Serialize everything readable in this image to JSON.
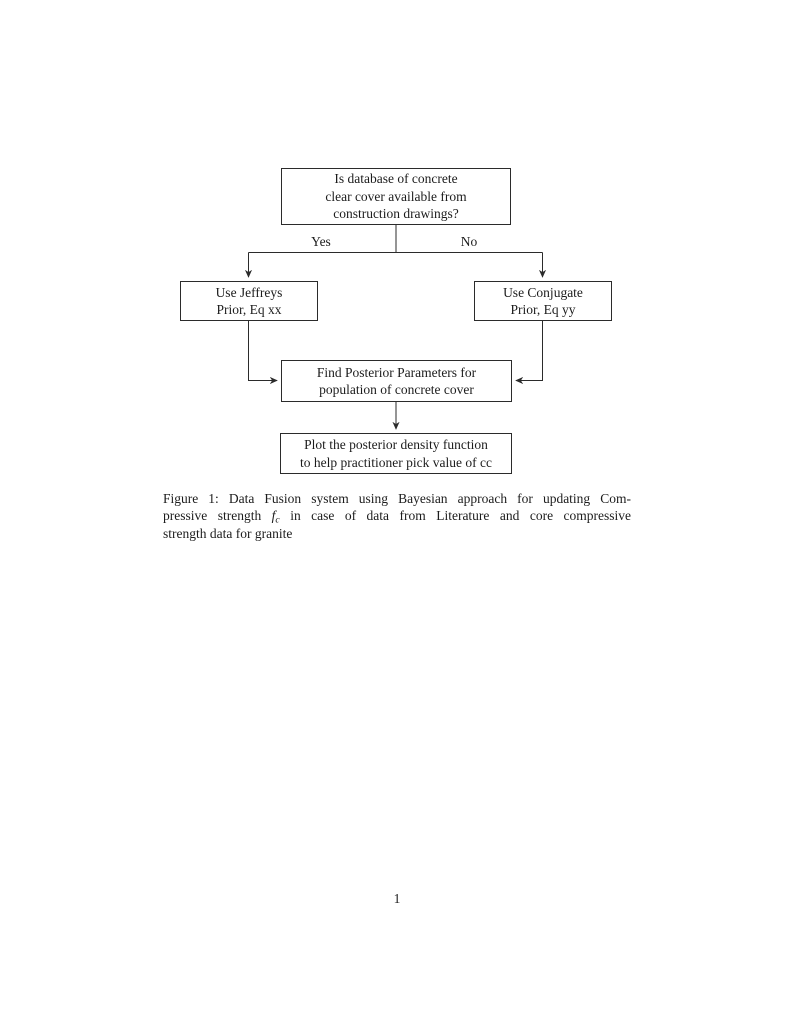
{
  "page": {
    "number": "1",
    "background_color": "#ffffff",
    "ink_color": "#1c1c1c",
    "line_color": "#2b2b2b"
  },
  "flowchart": {
    "top_box": {
      "lines": [
        "Is database of concrete",
        "clear cover available from",
        "construction drawings?"
      ]
    },
    "yes_label": "Yes",
    "no_label": "No",
    "left_box": {
      "lines": [
        "Use Jeffreys",
        "Prior, Eq xx"
      ]
    },
    "right_box": {
      "lines": [
        "Use Conjugate",
        "Prior, Eq yy"
      ]
    },
    "middle_box": {
      "lines": [
        "Find Posterior Parameters for",
        "population of concrete cover"
      ]
    },
    "bottom_box": {
      "lines": [
        "Plot the posterior density function",
        "to help practitioner pick value of cc"
      ]
    }
  },
  "caption": {
    "line1": "Figure 1: Data Fusion system using Bayesian approach for updating Com-",
    "line2_before": "pressive strength ",
    "math_symbol": "f",
    "math_subscript": "c",
    "line2_after": " in case of data from Literature and core compressive",
    "line3": "strength data for granite"
  }
}
